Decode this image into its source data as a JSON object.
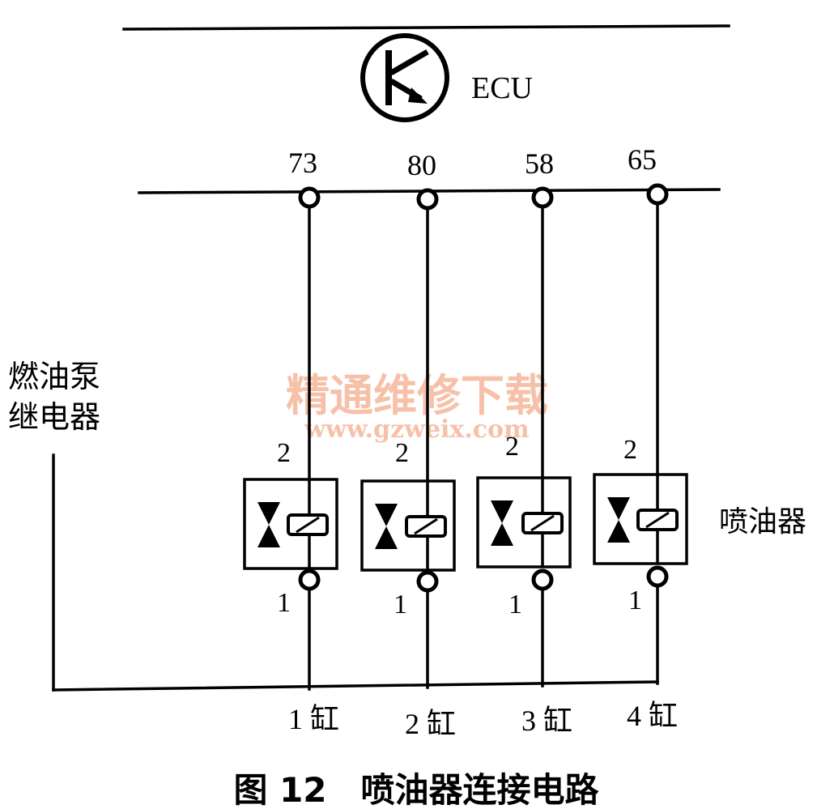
{
  "ecu": {
    "label": "ECU"
  },
  "pins": [
    "73",
    "80",
    "58",
    "65"
  ],
  "relay": {
    "line1": "燃油泵",
    "line2": "继电器"
  },
  "injector_label": "喷油器",
  "injectors": [
    {
      "pin_top": "2",
      "pin_bottom": "1",
      "cylinder": "1 缸"
    },
    {
      "pin_top": "2",
      "pin_bottom": "1",
      "cylinder": "2 缸"
    },
    {
      "pin_top": "2",
      "pin_bottom": "1",
      "cylinder": "3 缸"
    },
    {
      "pin_top": "2",
      "pin_bottom": "1",
      "cylinder": "4 缸"
    }
  ],
  "watermark": {
    "line1": "精通维修下载",
    "line2": "www.gzweix.com",
    "color": "#f5b79a"
  },
  "caption": "图 12　喷油器连接电路"
}
